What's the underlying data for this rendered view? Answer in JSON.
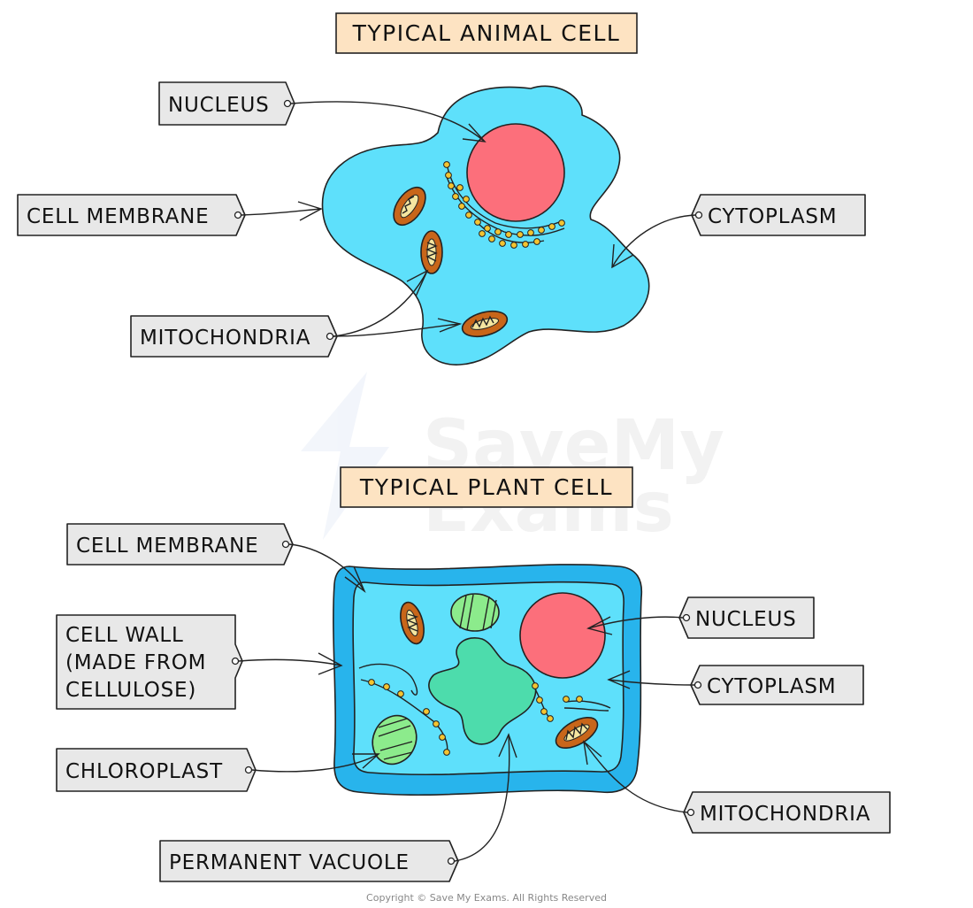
{
  "animal": {
    "title": "TYPICAL ANIMAL CELL",
    "labels": {
      "nucleus": "NUCLEUS",
      "cell_membrane": "CELL MEMBRANE",
      "mitochondria": "MITOCHONDRIA",
      "cytoplasm": "CYTOPLASM"
    }
  },
  "plant": {
    "title": "TYPICAL PLANT CELL",
    "labels": {
      "cell_membrane": "CELL MEMBRANE",
      "cell_wall_line1": "CELL WALL",
      "cell_wall_line2": "(MADE FROM",
      "cell_wall_line3": "CELLULOSE)",
      "chloroplast": "CHLOROPLAST",
      "permanent_vacuole": "PERMANENT VACUOLE",
      "nucleus": "NUCLEUS",
      "cytoplasm": "CYTOPLASM",
      "mitochondria": "MITOCHONDRIA"
    }
  },
  "watermark": {
    "line1": "SaveMy",
    "line2": "Exams"
  },
  "copyright": "Copyright © Save My Exams. All Rights Reserved",
  "colors": {
    "cytoplasm": "#5ee0fb",
    "cell_wall": "#28b4ec",
    "nucleus": "#fc6f7b",
    "mitochondria": "#c8661a",
    "chloroplast": "#8ceb8c",
    "vacuole": "#4ddcac",
    "er_beads": "#f4c430",
    "label_tag": "#e8e8e8",
    "title_box": "#fde3c2"
  }
}
